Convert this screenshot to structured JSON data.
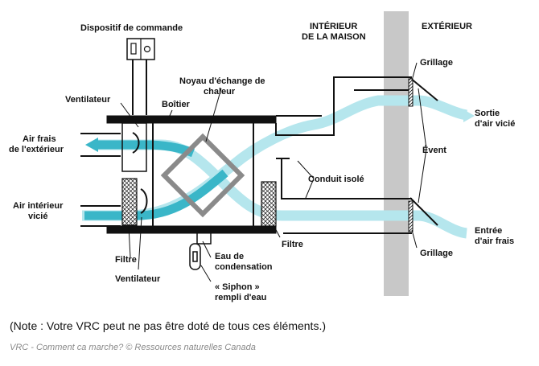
{
  "labels": {
    "dispositif": "Dispositif de commande",
    "interieur_1": "INTÉRIEUR",
    "interieur_2": "DE LA MAISON",
    "exterieur": "EXTÉRIEUR",
    "ventilateur_top": "Ventilateur",
    "boitier": "Boîtier",
    "noyau_1": "Noyau d'échange de",
    "noyau_2": "chaleur",
    "grillage_top": "Grillage",
    "air_frais_1": "Air frais",
    "air_frais_2": "de l'extérieur",
    "sortie_1": "Sortie",
    "sortie_2": "d'air vicié",
    "event": "Évent",
    "conduit": "Conduit isolé",
    "air_int_1": "Air intérieur",
    "air_int_2": "vicié",
    "entree_1": "Entrée",
    "entree_2": "d'air frais",
    "filtre_right": "Filtre",
    "grillage_bottom": "Grillage",
    "filtre_left": "Filtre",
    "eau_1": "Eau de",
    "eau_2": "condensation",
    "ventilateur_bottom": "Ventilateur",
    "siphon_1": "« Siphon »",
    "siphon_2": "rempli d'eau"
  },
  "note": "(Note : Votre VRC peut ne pas être doté de tous ces éléments.)",
  "credit": "VRC - Comment ca marche? © Ressources naturelles Canada",
  "colors": {
    "air_flow": "#7fd3df",
    "air_flow_dark": "#3ab6c8",
    "wall": "#c8c8c8",
    "line": "#111111"
  }
}
